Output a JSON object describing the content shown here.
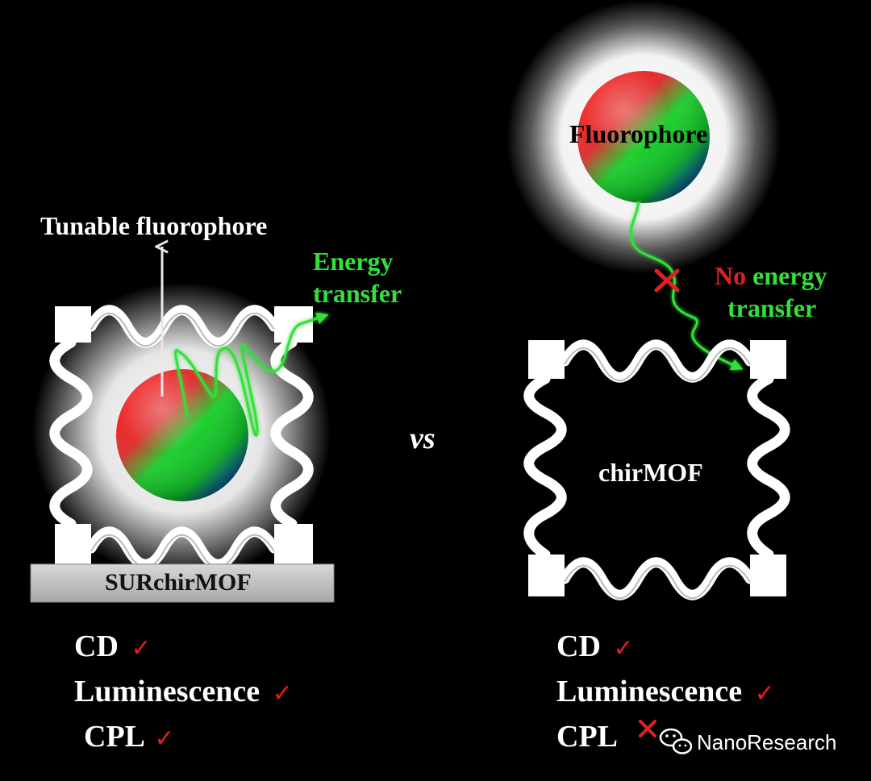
{
  "left_panel": {
    "tunable_label": "Tunable fluorophore",
    "energy_line1": "Energy",
    "energy_line2": "transfer",
    "substrate_label": "SURchirMOF",
    "properties": [
      {
        "label": "CD",
        "mark": "✓"
      },
      {
        "label": "Luminescence",
        "mark": "✓"
      },
      {
        "label": "CPL",
        "mark": "✓"
      }
    ]
  },
  "center": {
    "vs_label": "vs"
  },
  "right_panel": {
    "fluorophore_label": "Fluorophore",
    "no_word": "No",
    "energy_word": "energy",
    "transfer_word": "transfer",
    "mof_label": "chirMOF",
    "properties": [
      {
        "label": "CD",
        "mark": "✓"
      },
      {
        "label": "Luminescence",
        "mark": "✓"
      },
      {
        "label": "CPL",
        "mark": "✗"
      }
    ]
  },
  "watermark": {
    "text": "NanoResearch",
    "icon": "wechat-icon"
  },
  "colors": {
    "energy_green": "#33e03a",
    "cross_red": "#e02020",
    "substrate_gray": "#c8c8c8"
  }
}
